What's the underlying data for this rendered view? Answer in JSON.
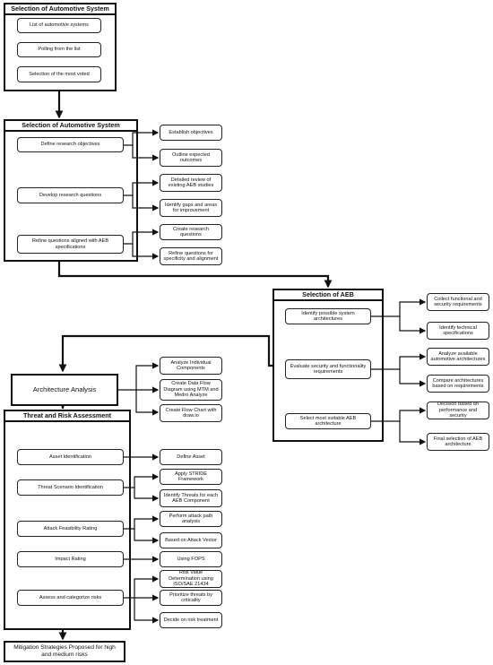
{
  "section1": {
    "title": "Selection of Automotive System",
    "items": [
      "List of automotive systems",
      "Polling from the list",
      "Selection of the most voted"
    ]
  },
  "section2": {
    "title": "Selection of Automotive System",
    "items": [
      {
        "label": "Define research objectives",
        "outputs": [
          "Establish objectives",
          "Outline expected outcomes"
        ]
      },
      {
        "label": "Develop research questions",
        "outputs": [
          "Detailed review of existing AEB studies",
          "Identify gaps and areas for improvement"
        ]
      },
      {
        "label": "Refine questions aligned with AEB specifications",
        "outputs": [
          "Create research questions",
          "Refine questions for specificity and alignment"
        ]
      }
    ]
  },
  "aeb": {
    "title": "Selection of AEB",
    "items": [
      {
        "label": "Identify possible system architectures",
        "outputs": [
          "Collect functional and security requirements",
          "Identify technical specifications"
        ]
      },
      {
        "label": "Evaluate security and functionality requirements",
        "outputs": [
          "Analyze available automotive architectures",
          "Compare architectures based on requirements"
        ]
      },
      {
        "label": "Select most suitable AEB architecture",
        "outputs": [
          "Decision based on performance and security",
          "Final selection of AEB architecture"
        ]
      }
    ]
  },
  "architecture": {
    "label": "Architecture Analysis",
    "outputs": [
      "Analyze Individual Components",
      "Create Data Flow Diagram using MTM and Medro Analyze",
      "Create Flow Chart with draw.io"
    ]
  },
  "tara": {
    "title": "Threat and Risk Assessment",
    "items": [
      {
        "label": "Asset Identification",
        "outputs": [
          "Define Asset"
        ]
      },
      {
        "label": "Threat Scenario Identification",
        "outputs": [
          "Apply STRIDE Framework",
          "Identify Threats for each AEB Component"
        ]
      },
      {
        "label": "Attack Feasibility Rating",
        "outputs": [
          "Perform attack path analysis",
          "Based on Attack Vector"
        ]
      },
      {
        "label": "Impact Rating",
        "outputs": [
          "Using FOPS"
        ]
      },
      {
        "label": "Assess and categorize risks",
        "outputs": [
          "Risk Value Determination using ISO/SAE 21434",
          "Prioritize threats by criticality",
          "Decide on risk treatment"
        ]
      }
    ]
  },
  "mitigation": {
    "label": "Mitigation Strategies Proposed for high and medium risks"
  }
}
